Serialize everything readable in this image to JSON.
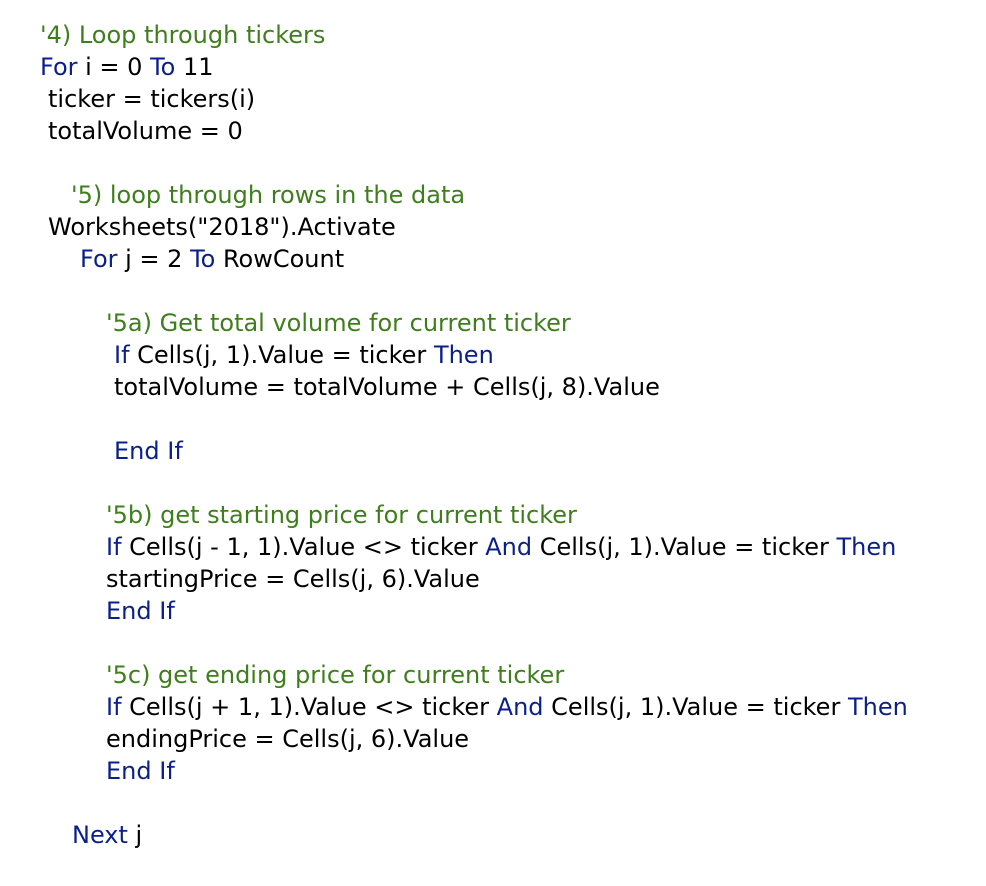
{
  "editor": {
    "colors": {
      "comment": "#3e7f1c",
      "keyword": "#0b1f8c",
      "text": "#000000",
      "background": "#ffffff"
    },
    "lines": [
      {
        "segments": [
          {
            "type": "comment",
            "text": "'4) Loop through tickers"
          }
        ]
      },
      {
        "segments": [
          {
            "type": "kw",
            "text": "For"
          },
          {
            "type": "plain",
            "text": " i = 0 "
          },
          {
            "type": "kw",
            "text": "To"
          },
          {
            "type": "plain",
            "text": " 11"
          }
        ]
      },
      {
        "segments": [
          {
            "type": "plain",
            "text": "ticker = tickers(i)"
          }
        ]
      },
      {
        "segments": [
          {
            "type": "plain",
            "text": "totalVolume = 0"
          }
        ]
      },
      {
        "segments": [
          {
            "type": "comment",
            "text": "'5) loop through rows in the data"
          }
        ]
      },
      {
        "segments": [
          {
            "type": "plain",
            "text": "Worksheets(\"2018\").Activate"
          }
        ]
      },
      {
        "segments": [
          {
            "type": "kw",
            "text": "For"
          },
          {
            "type": "plain",
            "text": " j = 2 "
          },
          {
            "type": "kw",
            "text": "To"
          },
          {
            "type": "plain",
            "text": " RowCount"
          }
        ]
      },
      {
        "segments": [
          {
            "type": "comment",
            "text": "'5a) Get total volume for current ticker"
          }
        ]
      },
      {
        "segments": [
          {
            "type": "kw",
            "text": "If"
          },
          {
            "type": "plain",
            "text": " Cells(j, 1).Value = ticker "
          },
          {
            "type": "kw",
            "text": "Then"
          }
        ]
      },
      {
        "segments": [
          {
            "type": "plain",
            "text": "totalVolume = totalVolume + Cells(j, 8).Value"
          }
        ]
      },
      {
        "segments": [
          {
            "type": "kw",
            "text": "End If"
          }
        ]
      },
      {
        "segments": [
          {
            "type": "comment",
            "text": "'5b) get starting price for current ticker"
          }
        ]
      },
      {
        "segments": [
          {
            "type": "kw",
            "text": "If"
          },
          {
            "type": "plain",
            "text": " Cells(j - 1, 1).Value <> ticker "
          },
          {
            "type": "kw",
            "text": "And"
          },
          {
            "type": "plain",
            "text": " Cells(j, 1).Value = ticker "
          },
          {
            "type": "kw",
            "text": "Then"
          }
        ]
      },
      {
        "segments": [
          {
            "type": "plain",
            "text": "startingPrice = Cells(j, 6).Value"
          }
        ]
      },
      {
        "segments": [
          {
            "type": "kw",
            "text": "End If"
          }
        ]
      },
      {
        "segments": [
          {
            "type": "comment",
            "text": "'5c) get ending price for current ticker"
          }
        ]
      },
      {
        "segments": [
          {
            "type": "kw",
            "text": "If"
          },
          {
            "type": "plain",
            "text": " Cells(j + 1, 1).Value <> ticker "
          },
          {
            "type": "kw",
            "text": "And"
          },
          {
            "type": "plain",
            "text": " Cells(j, 1).Value = ticker "
          },
          {
            "type": "kw",
            "text": "Then"
          }
        ]
      },
      {
        "segments": [
          {
            "type": "plain",
            "text": "endingPrice = Cells(j, 6).Value"
          }
        ]
      },
      {
        "segments": [
          {
            "type": "kw",
            "text": "End If"
          }
        ]
      },
      {
        "segments": [
          {
            "type": "kw",
            "text": "Next"
          },
          {
            "type": "plain",
            "text": " j"
          }
        ]
      }
    ]
  }
}
